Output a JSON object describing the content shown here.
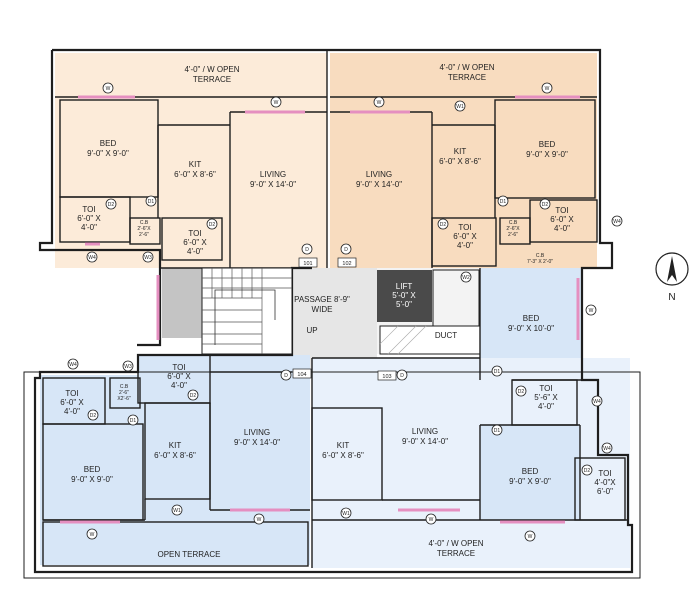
{
  "floorplan": {
    "upper_left": {
      "terrace": [
        "4'-0\" / W OPEN",
        "TERRACE"
      ],
      "bed": [
        "BED",
        "9'-0\" X 9'-0\""
      ],
      "kit": [
        "KIT",
        "6'-0\" X 8'-6\""
      ],
      "living": [
        "LIVING",
        "9'-0\" X 14'-0\""
      ],
      "toi1": [
        "TOI",
        "6'-0\" X",
        "4'-0\""
      ],
      "cb": [
        "C.B",
        "2'-6\"X",
        "2'-6\""
      ],
      "toi2": [
        "TOI",
        "6'-0\" X",
        "4'-0\""
      ],
      "flat_no": "101"
    },
    "upper_right": {
      "terrace": [
        "4'-0\" / W OPEN",
        "TERRACE"
      ],
      "living": [
        "LIVING",
        "9'-0\" X 14'-0\""
      ],
      "kit": [
        "KIT",
        "6'-0\" X 8'-6\""
      ],
      "bed": [
        "BED",
        "9'-0\" X 9'-0\""
      ],
      "toi1": [
        "TOI",
        "6'-0\" X",
        "4'-0\""
      ],
      "cb": [
        "C.B",
        "2'-6\"X",
        "2'-6\""
      ],
      "toi2": [
        "TOI",
        "6'-0\" X",
        "4'-0\""
      ],
      "flat_no": "102"
    },
    "core": {
      "passage": [
        "PASSAGE 8'-9\"",
        "WIDE"
      ],
      "up": "UP",
      "lift": [
        "LIFT",
        "5'-0\" X",
        "5'-0\""
      ],
      "duct": "DUCT",
      "cb_right": [
        "C.B",
        "7'-3\" X 2'-0\""
      ]
    },
    "lower_right": {
      "bed_top": [
        "BED",
        "9'-0\" X 10'-0\""
      ],
      "toi_top": [
        "TOI",
        "5'-6\" X",
        "4'-0\""
      ],
      "kit": [
        "KIT",
        "6'-0\" X 8'-6\""
      ],
      "living": [
        "LIVING",
        "9'-0\" X 14'-0\""
      ],
      "bed": [
        "BED",
        "9'-0\" X 9'-0\""
      ],
      "toi": [
        "TOI",
        "4'-0\"X",
        "6'-0\""
      ],
      "terrace": [
        "4'-0\" / W OPEN",
        "TERRACE"
      ],
      "flat_no": "103"
    },
    "lower_left": {
      "toi_top": [
        "TOI",
        "6'-0\" X",
        "4'-0\""
      ],
      "toi_left": [
        "TOI",
        "6'-0\" X",
        "4'-0\""
      ],
      "cb": [
        "C.B",
        "2'-6\"",
        "X2'-6\""
      ],
      "bed": [
        "BED",
        "9'-0\" X 9'-0\""
      ],
      "kit": [
        "KIT",
        "6'-0\" X 8'-6\""
      ],
      "living": [
        "LIVING",
        "9'-0\" X 14'-0\""
      ],
      "terrace": "OPEN TERRACE",
      "flat_no": "104"
    },
    "tags": {
      "w": "W",
      "w1": "W1",
      "w2": "W2",
      "w3": "W3",
      "w4": "W4",
      "d": "D",
      "d1": "D1",
      "d2": "D2"
    },
    "compass": "N"
  },
  "colors": {
    "peach": "#fcebd9",
    "peach_dark": "#f8dcbf",
    "blue": "#d7e6f7",
    "blue_light": "#e9f1fb",
    "core_grey": "#e6e6e6",
    "stair_grey": "#c4c4c4",
    "lift": "#4a4a4a",
    "window": "#e58fc0"
  }
}
